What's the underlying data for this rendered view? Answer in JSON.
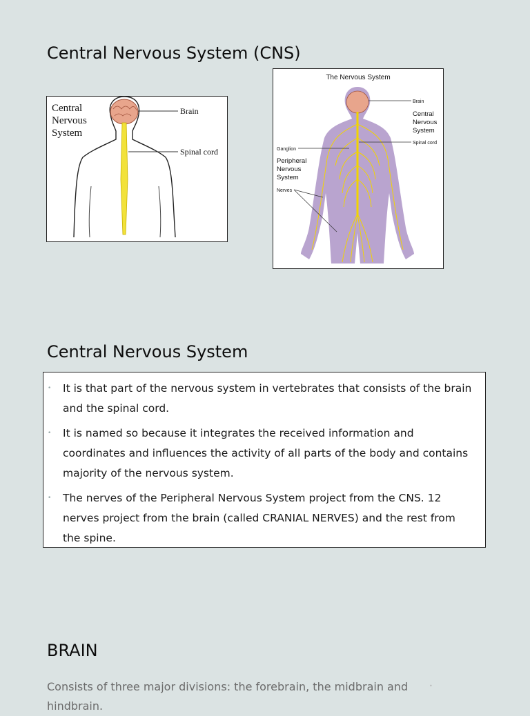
{
  "slide1": {
    "title": "Central Nervous System (CNS)",
    "figure_left": {
      "label_main": [
        "Central",
        "Nervous",
        "System"
      ],
      "label_brain": "Brain",
      "label_spinal": "Spinal cord"
    },
    "figure_right": {
      "heading": "The Nervous System",
      "label_brain": "Brain",
      "label_cns": [
        "Central",
        "Nervous",
        "System"
      ],
      "label_spinal": "Spinal cord",
      "label_ganglion": "Ganglion",
      "label_pns": [
        "Peripheral",
        "Nervous",
        "System"
      ],
      "label_nerves": "Nerves"
    }
  },
  "slide2": {
    "title": "Central Nervous System",
    "bullets": [
      "It is that part of the nervous system in vertebrates that consists of the brain and the spinal cord.",
      "It is named so because it integrates the received information and coordinates and influences the activity of all parts of the body and contains majority of the nervous system.",
      "The nerves of the Peripheral Nervous System project from the CNS. 12 nerves project from the brain (called CRANIAL NERVES) and the rest from the spine."
    ]
  },
  "slide3": {
    "title": "BRAIN",
    "paragraph": "Consists of three major divisions: the forebrain, the midbrain and hindbrain."
  },
  "colors": {
    "background": "#dbe3e3",
    "spinal_cord": "#f2e23a",
    "brain": "#e8a58c",
    "body_silhouette": "#b9a4cf"
  }
}
